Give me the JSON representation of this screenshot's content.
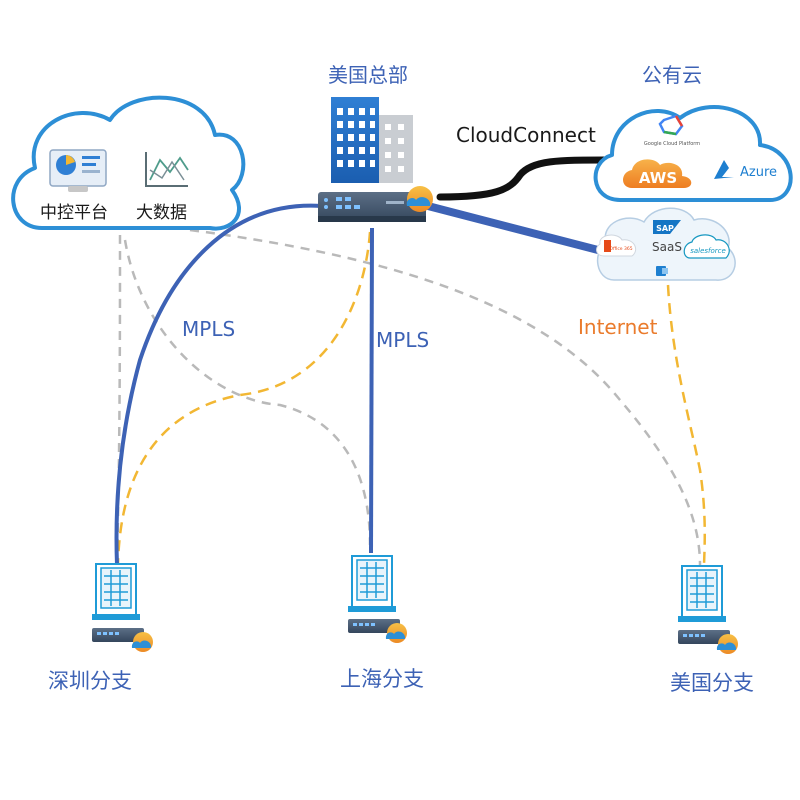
{
  "nodes": {
    "hq": {
      "label": "美国总部"
    },
    "public_cloud": {
      "label": "公有云",
      "services": {
        "gcp": "Google Cloud Platform",
        "aws": "AWS",
        "azure": "Azure"
      }
    },
    "saas": {
      "label": "SaaS",
      "apps": {
        "sap": "SAP",
        "office": "Office 365",
        "salesforce": "salesforce"
      }
    },
    "control": {
      "items": {
        "platform": "中控平台",
        "bigdata": "大数据"
      }
    },
    "branches": {
      "shenzhen": "深圳分支",
      "shanghai": "上海分支",
      "us": "美国分支"
    }
  },
  "links": {
    "cloudconnect": "CloudConnect",
    "mpls_shenzhen": "MPLS",
    "mpls_shanghai": "MPLS",
    "internet": "Internet"
  },
  "colors": {
    "mpls": "#3d62b5",
    "internet": "#f2b733",
    "management": "#b5b5b5",
    "cloudconnect": "#111111",
    "cloud_stroke": "#2d8fd6",
    "building": "#1f9bd7",
    "orange_dome": "#f5a733"
  }
}
